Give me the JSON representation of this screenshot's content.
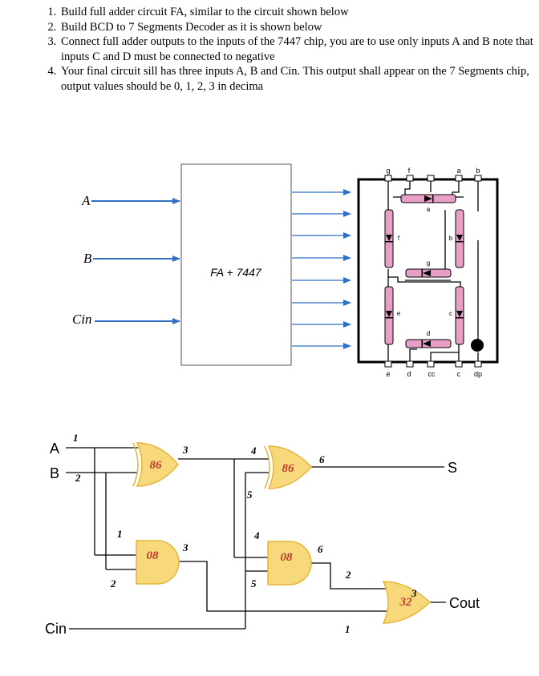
{
  "instructions": [
    "Build full adder circuit FA, similar to the circuit shown below",
    "Build BCD to 7 Segments Decoder as it is shown below",
    "Connect full adder outputs to the inputs of the 7447 chip, you are to use only inputs A and B note that inputs C and D must be connected to negative",
    "Your final circuit sill has three inputs A, B and Cin. This output shall appear on the 7 Segments chip, output values should be 0, 1, 2, 3 in decima"
  ],
  "block_diagram": {
    "inputs": [
      "A",
      "B",
      "Cin"
    ],
    "box_label": "FA + 7447",
    "display": {
      "top_pins": [
        "g",
        "f",
        "a",
        "b"
      ],
      "bottom_pins": [
        "e",
        "d",
        "cc",
        "c",
        "dp"
      ],
      "segments": [
        "a",
        "b",
        "c",
        "d",
        "e",
        "f",
        "g"
      ]
    }
  },
  "circuit": {
    "inputs": [
      "A",
      "B",
      "Cin"
    ],
    "outputs": [
      "S",
      "Cout"
    ],
    "gates": {
      "xor1": "86",
      "xor2": "86",
      "and1": "08",
      "and2": "08",
      "or1": "32"
    },
    "pins": {
      "xor1_in1": "1",
      "xor1_in2": "2",
      "xor1_out": "3",
      "xor2_in1": "4",
      "xor2_in2": "5",
      "xor2_out": "6",
      "and1_in1": "1",
      "and1_in2": "2",
      "and1_out": "3",
      "and2_in1": "4",
      "and2_in2": "5",
      "and2_out": "6",
      "or_in1": "1",
      "or_in2": "2",
      "or_out": "3"
    }
  },
  "colors": {
    "arrow": "#2f6fc4",
    "gate_fill": "#f7d97b",
    "gate_stroke": "#e6b53a",
    "gate_text": "#c0392b",
    "segment_fill": "#e79fc6",
    "wire": "#000000"
  }
}
